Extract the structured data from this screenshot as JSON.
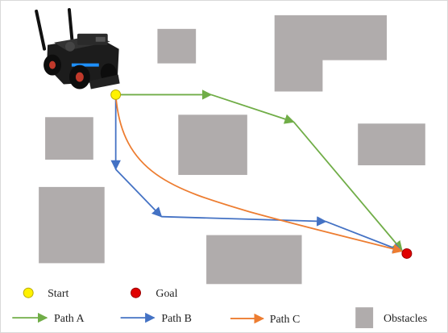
{
  "legend": {
    "start": "Start",
    "goal": "Goal",
    "path_a": "Path A",
    "path_b": "Path B",
    "path_c": "Path C",
    "obstacles": "Obstacles"
  },
  "colors": {
    "path_a": "#70ad47",
    "path_b": "#4472c4",
    "path_c": "#ed7d31",
    "obstacle": "#b0acac",
    "start": "#fff200",
    "goal": "#e00000"
  },
  "icons": {
    "robot": "robot-icon",
    "start": "start-marker-icon",
    "goal": "goal-marker-icon"
  }
}
